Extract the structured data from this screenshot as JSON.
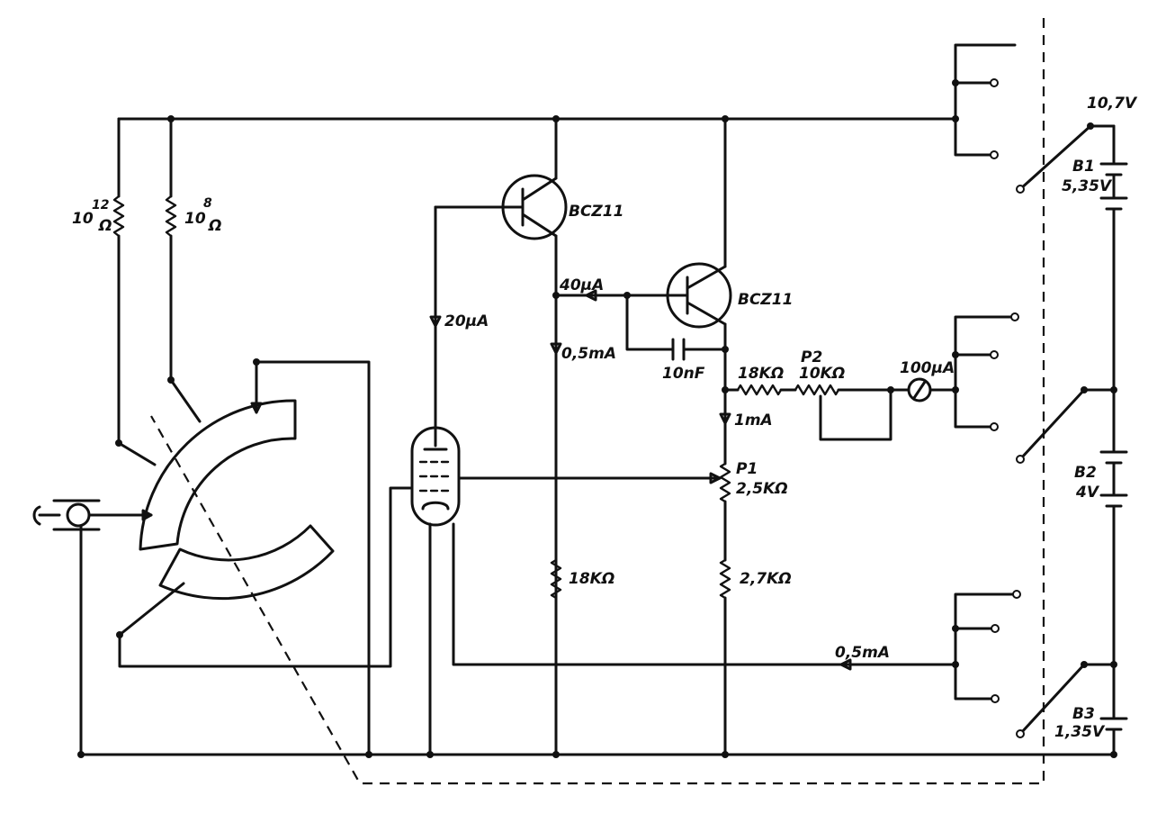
{
  "labels": {
    "r12_base": "10",
    "r12_exp": "12",
    "r12_unit": "Ω",
    "r8_base": "10",
    "r8_exp": "8",
    "r8_unit": "Ω",
    "t1": "BCZ11",
    "t2": "BCZ11",
    "i_20uA": "20µA",
    "i_40uA": "40µA",
    "i_05mA_top": "0,5mA",
    "cap": "10nF",
    "r_18k_h": "18KΩ",
    "p2_name": "P2",
    "p2_val": "10KΩ",
    "meter": "100µA",
    "i_1mA": "1mA",
    "p1_name": "P1",
    "p1_val": "2,5KΩ",
    "r_18k_v": "18KΩ",
    "r_27k": "2,7KΩ",
    "i_05mA_bottom": "0,5mA",
    "v_total": "10,7V",
    "b1_name": "B1",
    "b1_val": "5,35V",
    "b2_name": "B2",
    "b2_val": "4V",
    "b3_name": "B3",
    "b3_val": "1,35V"
  }
}
